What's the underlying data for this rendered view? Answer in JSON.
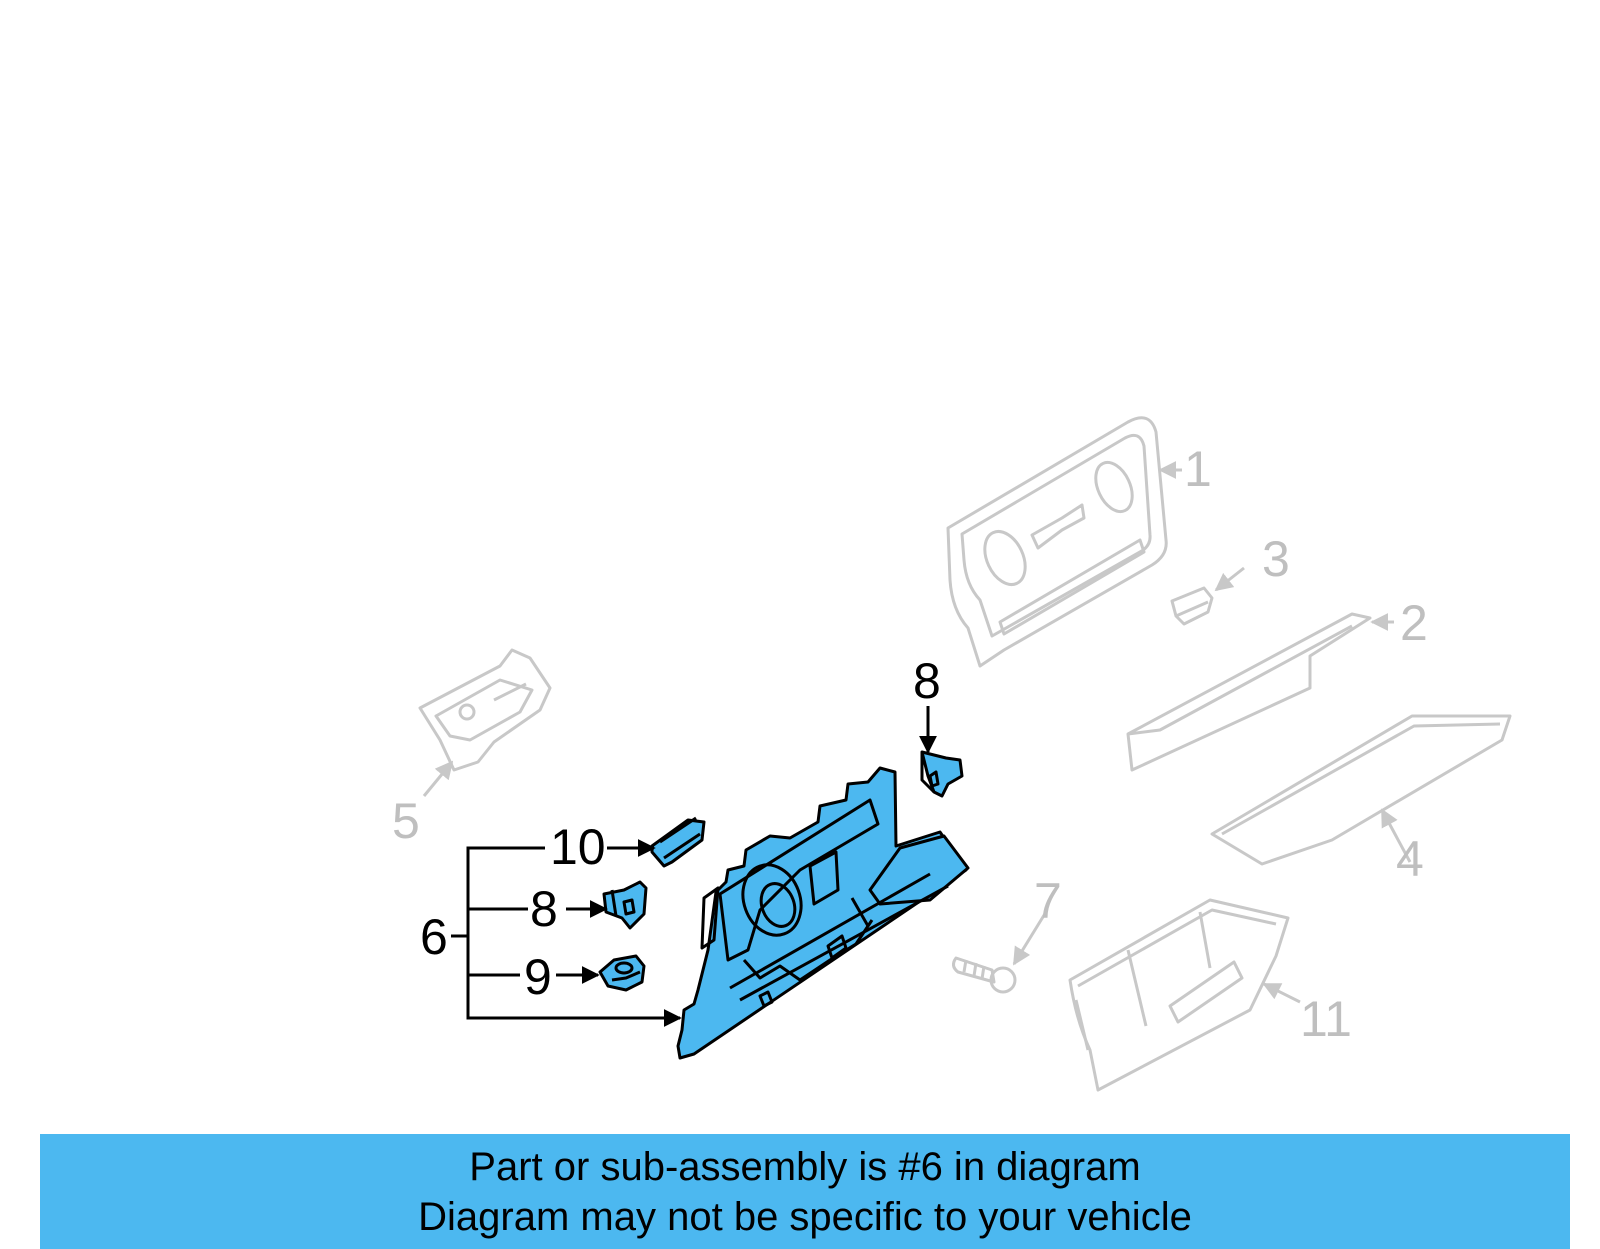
{
  "callouts": {
    "c1": "1",
    "c2": "2",
    "c3": "3",
    "c4": "4",
    "c5": "5",
    "c6": "6",
    "c7": "7",
    "c8_top": "8",
    "c8_left": "8",
    "c9": "9",
    "c10": "10",
    "c11": "11"
  },
  "colors": {
    "highlight": "#4cb8f0",
    "ghost_line": "#c8c8c8",
    "ghost_text": "#bfbfbf",
    "line": "#000000"
  },
  "banner": {
    "line1": "Part or sub-assembly is #6 in diagram",
    "line2": "Diagram may not be specific to your vehicle"
  }
}
